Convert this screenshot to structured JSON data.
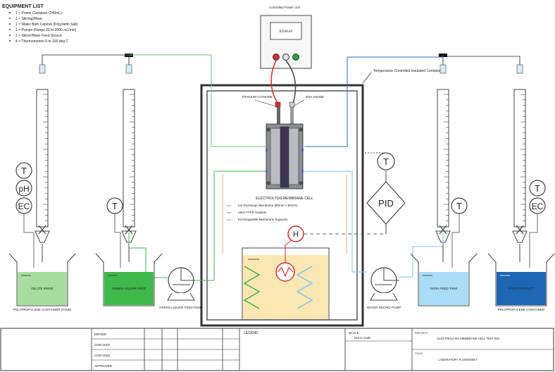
{
  "equipment_list": {
    "title": "EQUIPMENT LIST",
    "items": [
      "1 × Power Container (240mL)",
      "1 × Stirring/Mixer",
      "1 × Water Bath Cabinet (Polyolefin Salt)",
      "1 × Pumps (Range 20 to 2000 mL/min)",
      "1 × Stirrer/Mixer Feed Source",
      "4 × Thermometers 0 to 100 deg C"
    ]
  },
  "power_supply": {
    "title": "Controlled Power Unit",
    "display": "DISPLAY"
  },
  "temp_container_label": "Temperature Controlled Insulated Container",
  "cell": {
    "cathode_label": "TITANIUM CATHODE",
    "anode_label": "DSA ANODE",
    "title": "ELECTROLYSIS MEMBRANE CELL",
    "notes": [
      "Ion Exchange Membrane (80mm × 80mm)",
      "Viton FTFE Gaskets",
      "Exchangeable Membrane Supports"
    ]
  },
  "sensors": {
    "T": "T",
    "pH": "pH",
    "EC": "EC",
    "PID": "PID",
    "H": "H"
  },
  "tanks": {
    "dilute": {
      "label": "DILUTE BRINE",
      "caption": "POLYPROPYLENE CONTAINER (TANK)",
      "color": "#a8dca0"
    },
    "green_liquor": {
      "label": "GREEN LIQUOR FEED",
      "caption": "",
      "color": "#3fb84a"
    },
    "naoh_feed": {
      "label": "NAOH FEED TANK",
      "caption": "",
      "color": "#a9dcf5"
    },
    "naoh_product": {
      "label": "NAOH PRODUCT",
      "caption": "POLYPROPYLENE CONTAINER",
      "color": "#1e66b3"
    },
    "water_bath": {
      "color": "#fbe7b3"
    }
  },
  "pumps": {
    "left_caption": "GREEN LIQUOR FEED PUMP",
    "right_caption": "WATER RECIRC PUMP"
  },
  "title_block": {
    "rows": [
      "DRAWN",
      "CHECKED",
      "CHECKED",
      "APPROVED"
    ],
    "legend": "LEGEND",
    "scale": "SCALE",
    "scale_value": "Not to scale",
    "project_label": "PROJECT",
    "project_value": "ELECTROLYSIS MEMBRANE CELL TEST RIG",
    "drawing_label": "TITLE",
    "drawing_value": "LABORATORY FLOWSHEET"
  }
}
